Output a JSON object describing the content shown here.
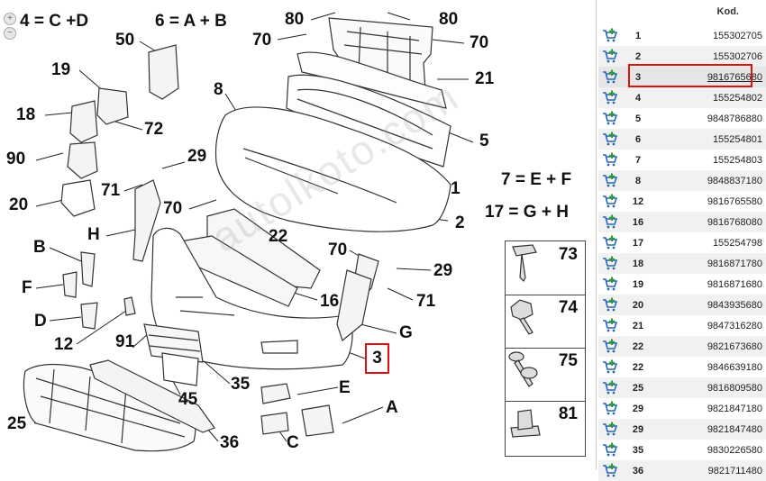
{
  "diagram": {
    "labels": {
      "l_4cd": "4 = C +D",
      "l_6ab": "6 = A + B",
      "l_80a": "80",
      "l_80b": "80",
      "l_70a": "70",
      "l_70b": "70",
      "l_50": "50",
      "l_21": "21",
      "l_19": "19",
      "l_8": "8",
      "l_18": "18",
      "l_72": "72",
      "l_5": "5",
      "l_90": "90",
      "l_29a": "29",
      "l_1": "1",
      "l_7ef": "7 = E + F",
      "l_71a": "71",
      "l_20": "20",
      "l_70c": "70",
      "l_2": "2",
      "l_17gh": "17 = G + H",
      "l_H": "H",
      "l_22": "22",
      "l_70d": "70",
      "l_B": "B",
      "l_29b": "29",
      "l_F": "F",
      "l_16": "16",
      "l_71b": "71",
      "l_D": "D",
      "l_G": "G",
      "l_12": "12",
      "l_91": "91",
      "l_3": "3",
      "l_35": "35",
      "l_E": "E",
      "l_45": "45",
      "l_A": "A",
      "l_25": "25",
      "l_C": "C",
      "l_36": "36"
    },
    "hardware": [
      "73",
      "74",
      "75",
      "81"
    ],
    "watermark": "autolkoto.com"
  },
  "table": {
    "header": "Kod.",
    "rows": [
      {
        "no": "1",
        "kod": "155302705"
      },
      {
        "no": "2",
        "kod": "155302706"
      },
      {
        "no": "3",
        "kod": "9816765680"
      },
      {
        "no": "4",
        "kod": "155254802"
      },
      {
        "no": "5",
        "kod": "9848786880"
      },
      {
        "no": "6",
        "kod": "155254801"
      },
      {
        "no": "7",
        "kod": "155254803"
      },
      {
        "no": "8",
        "kod": "9848837180"
      },
      {
        "no": "12",
        "kod": "9816765580"
      },
      {
        "no": "16",
        "kod": "9816768080"
      },
      {
        "no": "17",
        "kod": "155254798"
      },
      {
        "no": "18",
        "kod": "9816871780"
      },
      {
        "no": "19",
        "kod": "9816871680"
      },
      {
        "no": "20",
        "kod": "9843935680"
      },
      {
        "no": "21",
        "kod": "9847316280"
      },
      {
        "no": "22",
        "kod": "9821673680"
      },
      {
        "no": "22",
        "kod": "9846639180"
      },
      {
        "no": "25",
        "kod": "9816809580"
      },
      {
        "no": "29",
        "kod": "9821847180"
      },
      {
        "no": "29",
        "kod": "9821847480"
      },
      {
        "no": "35",
        "kod": "9830226580"
      },
      {
        "no": "36",
        "kod": "9821711480"
      }
    ],
    "selected_index": 2,
    "colors": {
      "highlight": "#dd1111",
      "cart_blue": "#2a66b8",
      "cart_green": "#2e9a3a"
    }
  }
}
